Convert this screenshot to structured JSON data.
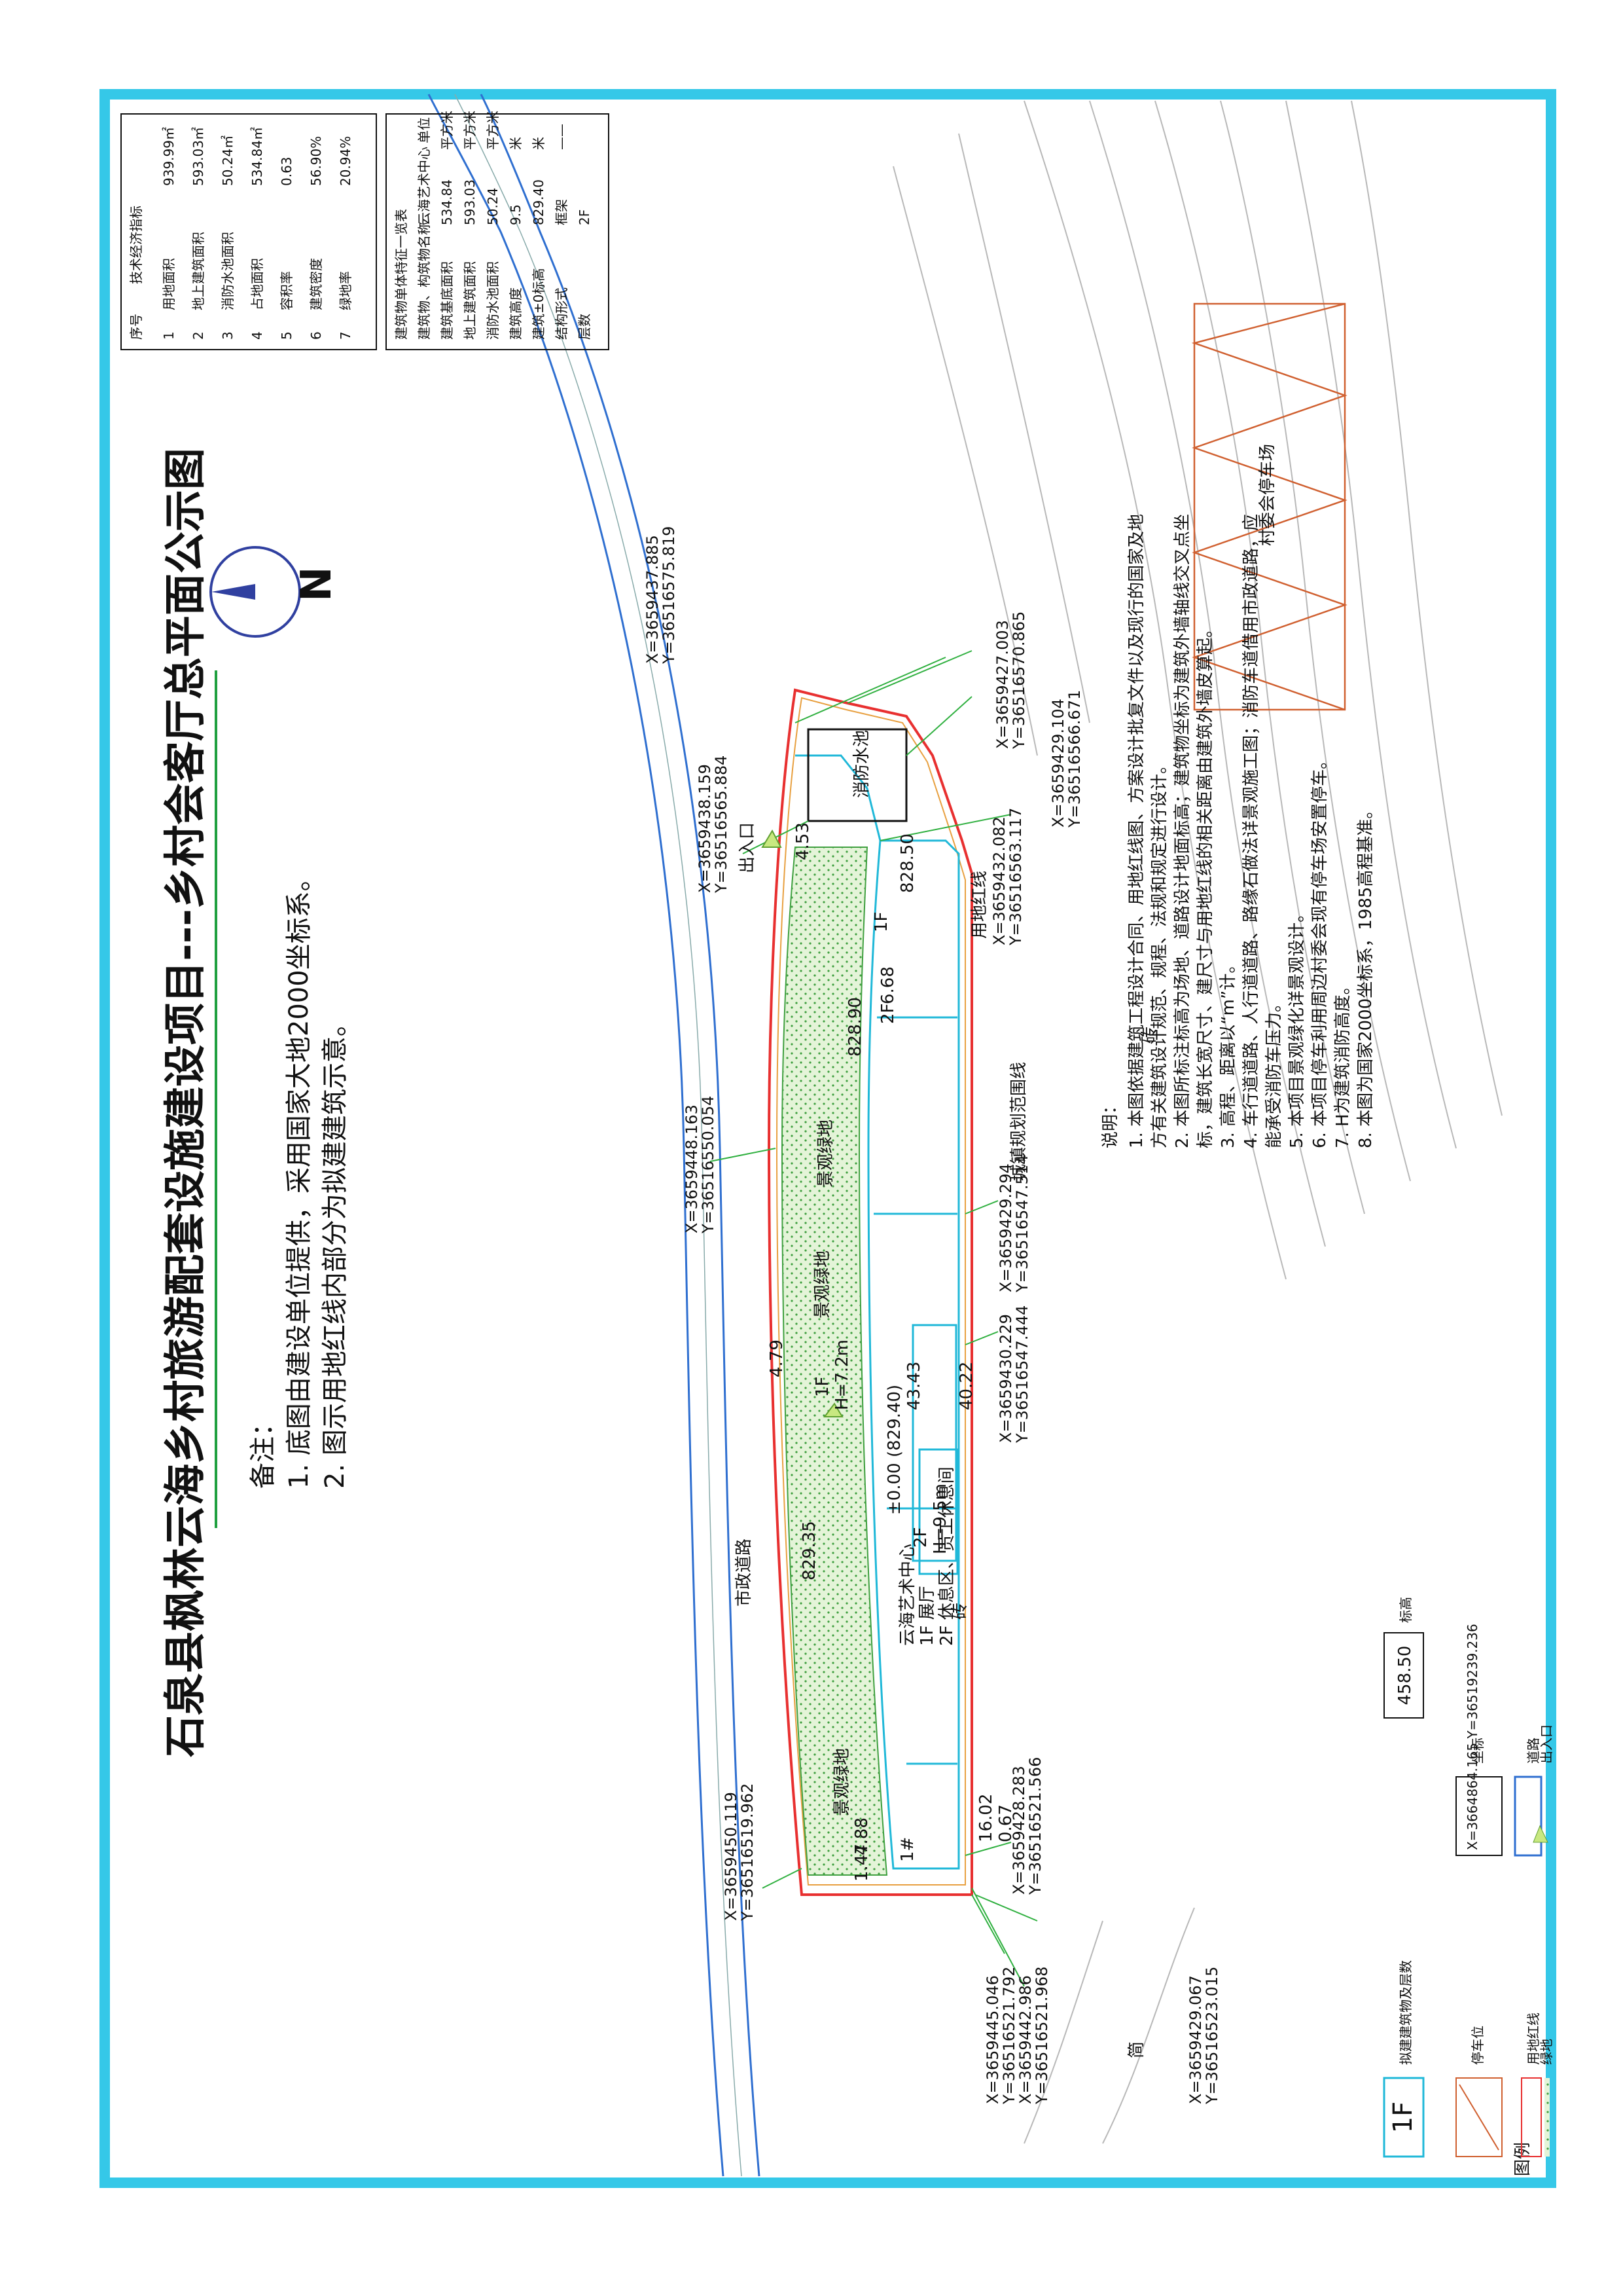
{
  "title": "石泉县枫林云海乡村旅游配套设施建设项目---乡村会客厅总平面公示图",
  "remarks": {
    "heading": "备注：",
    "lines": [
      "1. 底图由建设单位提供，采用国家大地2000坐标系。",
      "2. 图示用地红线内部分为拟建建筑示意。"
    ]
  },
  "north_label": "N",
  "legend": {
    "title": "图例",
    "items": [
      {
        "symbol": "1F",
        "label": "拟建建筑物及层数"
      },
      {
        "symbol": "458.50",
        "label": "标高"
      },
      {
        "symbol": "",
        "label": "停车位"
      },
      {
        "symbol": "X=3664864.165\nY=36519239.236",
        "label": "坐标"
      },
      {
        "symbol": "",
        "label": "用地红线"
      },
      {
        "symbol": "",
        "label": "道路"
      },
      {
        "symbol": "",
        "label": "绿地"
      },
      {
        "symbol": "",
        "label": "出入口"
      }
    ]
  },
  "tech_table": {
    "headers": [
      "序号",
      "技术经济指标",
      ""
    ],
    "rows": [
      [
        "1",
        "用地面积",
        "939.99㎡"
      ],
      [
        "2",
        "地上建筑面积",
        "593.03㎡"
      ],
      [
        "3",
        "消防水池面积",
        "50.24㎡"
      ],
      [
        "4",
        "占地面积",
        "534.84㎡"
      ],
      [
        "5",
        "容积率",
        "0.63"
      ],
      [
        "6",
        "建筑密度",
        "56.90%"
      ],
      [
        "7",
        "绿地率",
        "20.94%"
      ]
    ]
  },
  "building_table": {
    "title": "建筑物单体特征一览表",
    "headers": [
      "建筑物、构筑物名称",
      "云海艺术中心",
      "单位"
    ],
    "rows": [
      [
        "建筑基底面积",
        "534.84",
        "平方米"
      ],
      [
        "地上建筑面积",
        "593.03",
        "平方米"
      ],
      [
        "消防水池面积",
        "50.24",
        "平方米"
      ],
      [
        "建筑高度",
        "9.5",
        "米"
      ],
      [
        "建筑±0标高",
        "829.40",
        "米"
      ],
      [
        "结构形式",
        "框架",
        "——"
      ],
      [
        "层数",
        "2F",
        ""
      ]
    ]
  },
  "notes": {
    "heading": "说明：",
    "lines": [
      "1. 本图依据建筑工程设计合同、用地红线图、方案设计批复文件以及现行的国家及地",
      "方有关建筑设计规范、规程、法规和规定进行设计。",
      "2. 本图所标注标高为场地、道路设计地面标高；建筑物坐标为建筑外墙轴线交叉点坐",
      "标，建筑长宽尺寸、建尺寸与用地红线的相关距离由建筑外墙皮算起。",
      "3. 高程、距离以“m”计。",
      "4. 车行道道路、人行道道路、路缘石做法详景观施工图；消防车道借用市政道路，应",
      "能承受消防车压力。",
      "5. 本项目景观绿化详景观设计。",
      "6. 本项目停车利用周边村委会现有停车场安置停车。",
      "7. H为建筑消防高度。",
      "8. 本图为国家2000坐标系，1985高程基准。"
    ]
  },
  "map_labels": {
    "parking": "村委会停车场",
    "pool": "消防水池",
    "entrance": "出入口",
    "red_line": "用地红线",
    "planning_line": "城镇规划范围线",
    "road": "市政道路",
    "green1": "景观绿地",
    "green2": "景观绿地",
    "green3": "景观绿地",
    "building_name": "云海艺术中心",
    "building_f1": "1F  展厅",
    "building_f2": "2F  休息区、员工休息间",
    "zero_level": "±0.00 (829.40)",
    "h72": "H=7.2m",
    "h95": "H=9.5m",
    "f1a": "1F",
    "f1b": "1F",
    "f2a": "2F",
    "f2b": "2F",
    "f1c": "1#",
    "elev_82850": "828.50",
    "elev_82890": "828.90",
    "elev_82935": "829.35",
    "dim_4343": "43.43",
    "dim_4022": "40.22",
    "dim_1602": "16.02",
    "dim_067": "0.67",
    "dim_147": "1.47",
    "dim_488": "4.88",
    "dim_479": "4.79",
    "dim_668": "6.68",
    "dim_453": "4.53",
    "brick": "砖",
    "brick2": "砖",
    "simple": "简"
  },
  "coords": [
    {
      "x": "X=3659437.885",
      "y": "Y=36516575.819"
    },
    {
      "x": "X=3659427.003",
      "y": "Y=36516570.865"
    },
    {
      "x": "X=3659429.104",
      "y": "Y=36516566.671"
    },
    {
      "x": "X=3659438.159",
      "y": "Y=36516565.884"
    },
    {
      "x": "X=3659432.082",
      "y": "Y=36516563.117"
    },
    {
      "x": "X=3659448.163",
      "y": "Y=36516550.054"
    },
    {
      "x": "X=3659429.294",
      "y": "Y=36516547.514"
    },
    {
      "x": "X=3659430.229",
      "y": "Y=36516547.444"
    },
    {
      "x": "X=3659450.119",
      "y": "Y=36516519.962"
    },
    {
      "x": "X=3659428.283",
      "y": "Y=36516521.566"
    },
    {
      "x": "X=3659445.046",
      "y": "Y=36516521.792"
    },
    {
      "x": "X=3659442.986",
      "y": "Y=36516521.968"
    },
    {
      "x": "X=3659429.067",
      "y": "Y=36516523.015"
    }
  ],
  "colors": {
    "frame": "#35c8e8",
    "red_line": "#e83030",
    "road": "#2f6fd0",
    "building": "#20b8d8",
    "green_fill": "#ddf2d0",
    "leader": "#30b040",
    "parking": "#d06030"
  }
}
